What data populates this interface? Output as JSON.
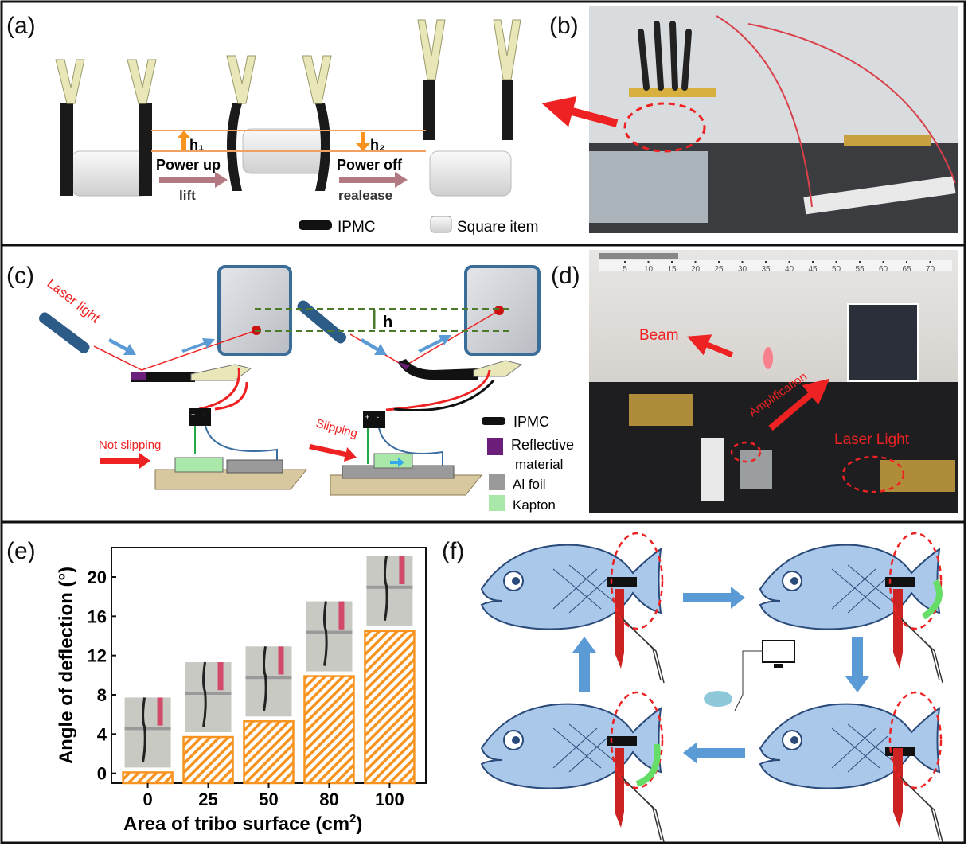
{
  "panels": {
    "a": {
      "label": "(a)",
      "h1": "h₁",
      "h2": "h₂",
      "power_up": "Power up",
      "lift": "lift",
      "power_off": "Power off",
      "release": "realease",
      "legend_ipmc": "IPMC",
      "legend_square": "Square item"
    },
    "b": {
      "label": "(b)"
    },
    "c": {
      "label": "(c)",
      "laser_light": "Laser light",
      "h": "h",
      "not_slipping": "Not slipping",
      "slipping": "Slipping",
      "legend": [
        "IPMC",
        "Reflective",
        "material",
        "Al foil",
        "Kapton"
      ],
      "terminal_plus": "+",
      "terminal_minus": "-"
    },
    "d": {
      "label": "(d)",
      "ruler_ticks": [
        "5",
        "10",
        "15",
        "20",
        "25",
        "30",
        "35",
        "40",
        "45",
        "50",
        "55",
        "60",
        "65",
        "70"
      ],
      "beam": "Beam",
      "amplification": "Amplification",
      "laser_light": "Laser Light"
    },
    "e": {
      "label": "(e)"
    },
    "f": {
      "label": "(f)"
    }
  },
  "colors": {
    "bar_stroke": "#f7931e",
    "annotation_red": "#ee2222",
    "arrow_blue": "#5b9bd5",
    "fish_fill": "#a9c8ea",
    "green_arrow": "#66dd66"
  },
  "chart_data": {
    "type": "bar",
    "categories": [
      "0",
      "25",
      "50",
      "80",
      "100"
    ],
    "values": [
      0.1,
      3.7,
      5.3,
      9.9,
      14.5
    ],
    "yticks": [
      "0",
      "4",
      "8",
      "12",
      "16",
      "20"
    ],
    "ylim": [
      -1,
      23
    ],
    "xlabel": "Area of tribo surface (cm",
    "xlabel_sup": "2",
    "xlabel_close": ")",
    "ylabel": "Angle of deflection (°)",
    "fill": "hatched",
    "grid": false
  }
}
